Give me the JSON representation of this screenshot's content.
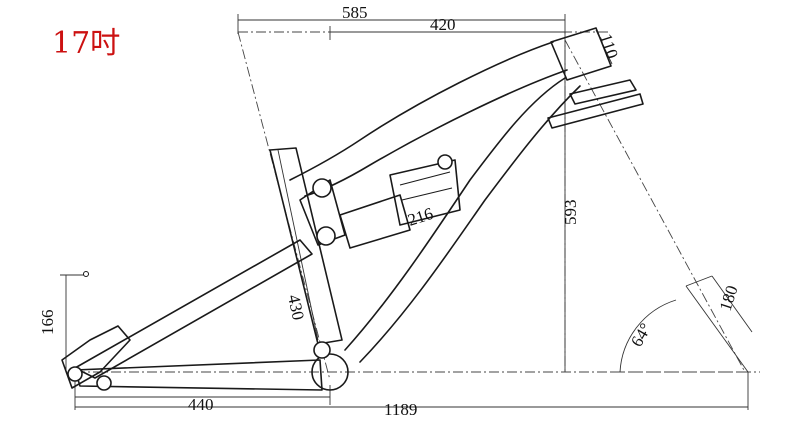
{
  "size_label": "17吋",
  "dimensions": {
    "top_tube_horizontal": "585",
    "reach": "420",
    "head_tube": "110",
    "stack": "593",
    "shock_length": "216",
    "seat_tube": "430",
    "bb_drop": "166",
    "chainstay": "440",
    "wheelbase": "1189",
    "fork_length": "180",
    "head_angle": "64°"
  }
}
